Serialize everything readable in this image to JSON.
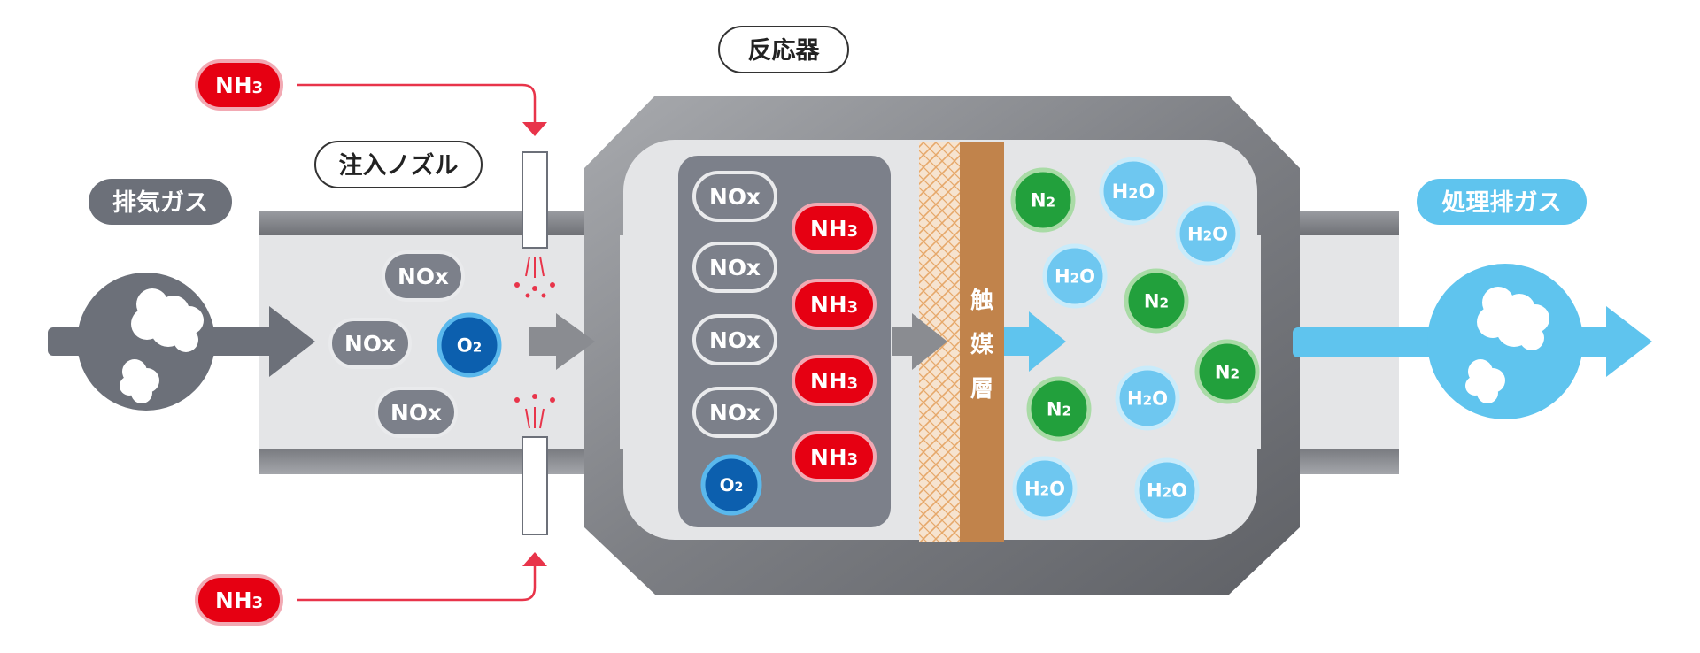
{
  "labels": {
    "exhaust_gas": "排気ガス",
    "injection_nozzle": "注入ノズル",
    "reactor": "反応器",
    "treated_exhaust_gas": "処理排ガス",
    "catalyst_layer": [
      "触",
      "媒",
      "層"
    ]
  },
  "molecules": {
    "nh3": {
      "main": "NH",
      "sub": "3"
    },
    "nox": "NOx",
    "o2": {
      "main": "O",
      "sub": "2"
    },
    "n2": {
      "main": "N",
      "sub": "2"
    },
    "h2o": {
      "main": "H",
      "sub": "2",
      "tail": "O"
    }
  },
  "colors": {
    "nh3_fill": "#e60012",
    "nox_fill": "#7c808a",
    "o2_fill": "#0c5fae",
    "n2_fill": "#22a03c",
    "h2o_fill": "#6ec7f0",
    "exhaust_gray": "#6c7079",
    "treated_blue": "#5fc4ee",
    "catalyst_brown": "#c1834b",
    "pipe_gray": "#8a8c91"
  },
  "icons": [
    "exhaust-smoke-icon",
    "treated-gas-icon",
    "flow-arrow-icon",
    "spray-icon"
  ]
}
